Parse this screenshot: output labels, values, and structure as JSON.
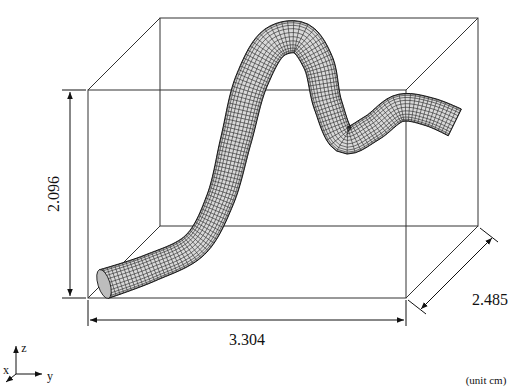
{
  "diagram": {
    "labels": [
      "2.096",
      "3.304",
      "2.485",
      "z",
      "x",
      "y",
      "(unit cm)"
    ]
  }
}
